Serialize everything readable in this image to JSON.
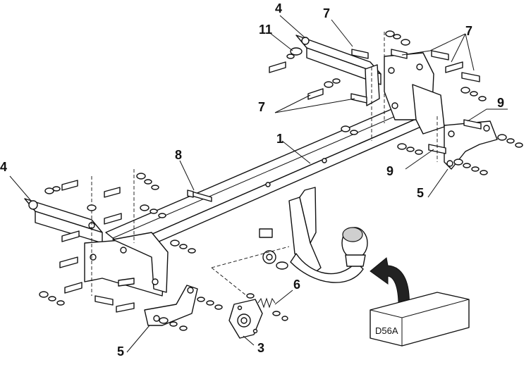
{
  "callouts": [
    {
      "id": "c1",
      "text": "1"
    },
    {
      "id": "c3",
      "text": "3"
    },
    {
      "id": "c4a",
      "text": "4"
    },
    {
      "id": "c4b",
      "text": "4"
    },
    {
      "id": "c5a",
      "text": "5"
    },
    {
      "id": "c5b",
      "text": "5"
    },
    {
      "id": "c6",
      "text": "6"
    },
    {
      "id": "c7a",
      "text": "7"
    },
    {
      "id": "c7b",
      "text": "7"
    },
    {
      "id": "c7c",
      "text": "7"
    },
    {
      "id": "c8",
      "text": "8"
    },
    {
      "id": "c9a",
      "text": "9"
    },
    {
      "id": "c9b",
      "text": "9"
    },
    {
      "id": "c11",
      "text": "11"
    }
  ],
  "model_box": {
    "label": "D56A"
  }
}
